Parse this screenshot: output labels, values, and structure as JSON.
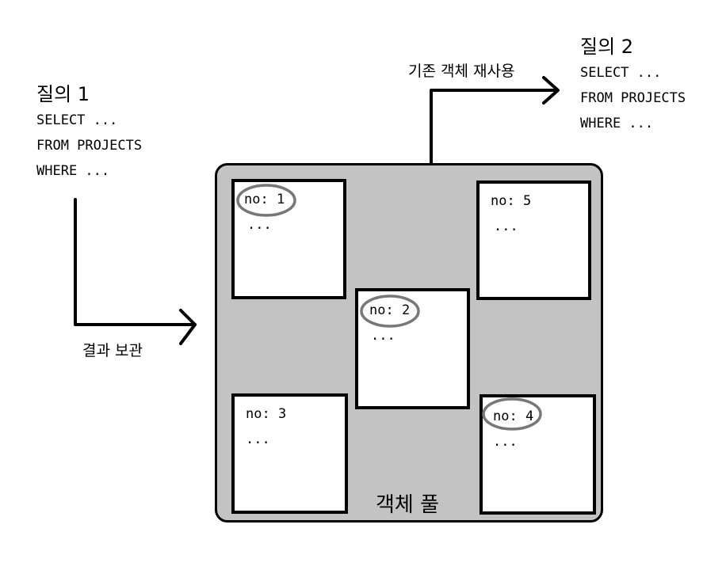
{
  "query1": {
    "title": "질의 1",
    "lines": [
      "SELECT ...",
      "FROM PROJECTS",
      "WHERE ..."
    ]
  },
  "query2": {
    "title": "질의 2",
    "lines": [
      "SELECT ...",
      "FROM PROJECTS",
      "WHERE ..."
    ]
  },
  "arrows": {
    "store_label": "결과 보관",
    "reuse_label": "기존 객체 재사용"
  },
  "pool": {
    "label": "객체 풀",
    "objects": [
      {
        "no": "no: 1",
        "body": "...",
        "highlighted": true
      },
      {
        "no": "no: 5",
        "body": "...",
        "highlighted": false
      },
      {
        "no": "no: 2",
        "body": "...",
        "highlighted": true
      },
      {
        "no": "no: 3",
        "body": "...",
        "highlighted": false
      },
      {
        "no": "no: 4",
        "body": "...",
        "highlighted": true
      }
    ]
  },
  "colors": {
    "pool_fill": "#c3c3c3",
    "highlight_ring": "#777777",
    "stroke": "#000000"
  }
}
